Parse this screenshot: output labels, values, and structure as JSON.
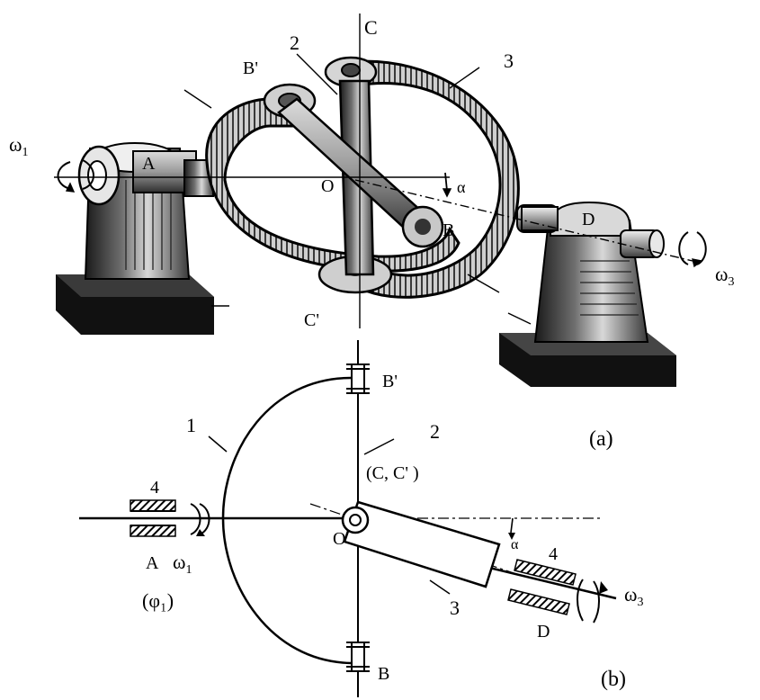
{
  "figure_a": {
    "labels": {
      "C": "C",
      "n2": "2",
      "n3": "3",
      "Bp": "B'",
      "omega1": "ω",
      "omega1_sub": "1",
      "A": "A",
      "O": "O",
      "alpha": "α",
      "B": "B",
      "D": "D",
      "omega3": "ω",
      "omega3_sub": "3",
      "Cp": "C'"
    },
    "caption": "(a)"
  },
  "figure_b": {
    "labels": {
      "Bp": "B'",
      "n1": "1",
      "n2": "2",
      "CC": "(C, C' )",
      "n4_left": "4",
      "O": "O",
      "alpha": "α",
      "n4_right": "4",
      "A": "A",
      "omega1": "ω",
      "omega1_sub": "1",
      "phi1": "(φ₁)",
      "n3": "3",
      "omega3": "ω",
      "omega3_sub": "3",
      "D": "D",
      "B": "B"
    },
    "caption": "(b)"
  },
  "colors": {
    "ink": "#000000",
    "metal_dark": "#2a2a2a",
    "metal_mid": "#8c8c8c",
    "metal_light": "#e2e2e2",
    "base": "#111111"
  }
}
